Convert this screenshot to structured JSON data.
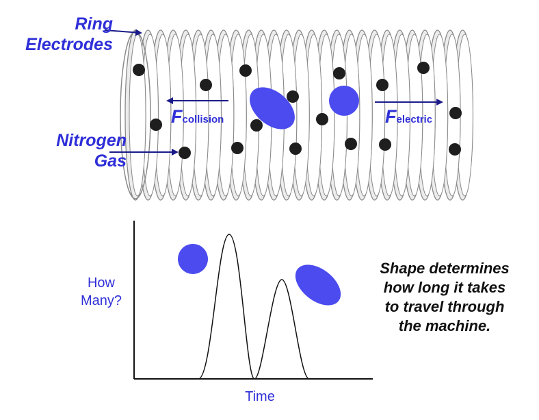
{
  "labels": {
    "ring_electrodes": [
      "Ring",
      "Electrodes"
    ],
    "nitrogen_gas": [
      "Nitrogen",
      "Gas"
    ],
    "force_collision": {
      "symbol": "F",
      "subscript": "collision"
    },
    "force_electric": {
      "symbol": "F",
      "subscript": "electric"
    }
  },
  "chart": {
    "y_label": [
      "How",
      "Many?"
    ],
    "x_label": "Time"
  },
  "note": [
    "Shape determines",
    "how long it takes",
    "to travel through",
    "the machine."
  ],
  "colors": {
    "accent": "#2f2fd8",
    "ion": "#4b4bf0",
    "gas": "#1e1e1e",
    "ring_stroke": "#8a8a8a",
    "ring_fill": "#ececec",
    "text": "#111111"
  },
  "icons": {
    "gas_molecule": "black-circle",
    "ion_compact": "blue-circle",
    "ion_elongated": "blue-ellipse"
  }
}
